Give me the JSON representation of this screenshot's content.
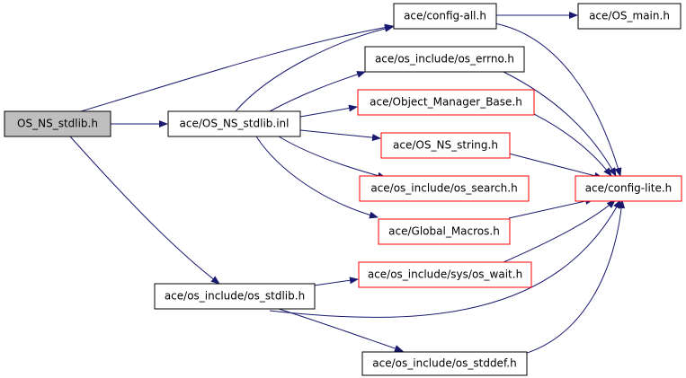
{
  "colors": {
    "edge": "#191970",
    "root_fill": "#bfbfbf",
    "normal_border": "#000000",
    "truncated_border": "#ff0000",
    "node_fill": "#ffffff"
  },
  "nodes": {
    "os_ns_stdlib_h": {
      "label": "OS_NS_stdlib.h",
      "style": "root"
    },
    "os_ns_stdlib_inl": {
      "label": "ace/OS_NS_stdlib.inl",
      "style": "normal"
    },
    "config_all": {
      "label": "ace/config-all.h",
      "style": "normal"
    },
    "os_main": {
      "label": "ace/OS_main.h",
      "style": "normal"
    },
    "os_errno": {
      "label": "ace/os_include/os_errno.h",
      "style": "normal"
    },
    "object_manager_base": {
      "label": "ace/Object_Manager_Base.h",
      "style": "truncated"
    },
    "os_ns_string": {
      "label": "ace/OS_NS_string.h",
      "style": "truncated"
    },
    "config_lite": {
      "label": "ace/config-lite.h",
      "style": "truncated"
    },
    "os_search": {
      "label": "ace/os_include/os_search.h",
      "style": "truncated"
    },
    "global_macros": {
      "label": "ace/Global_Macros.h",
      "style": "truncated"
    },
    "os_wait": {
      "label": "ace/os_include/sys/os_wait.h",
      "style": "truncated"
    },
    "os_stdlib": {
      "label": "ace/os_include/os_stdlib.h",
      "style": "normal"
    },
    "os_stddef": {
      "label": "ace/os_include/os_stddef.h",
      "style": "normal"
    }
  }
}
